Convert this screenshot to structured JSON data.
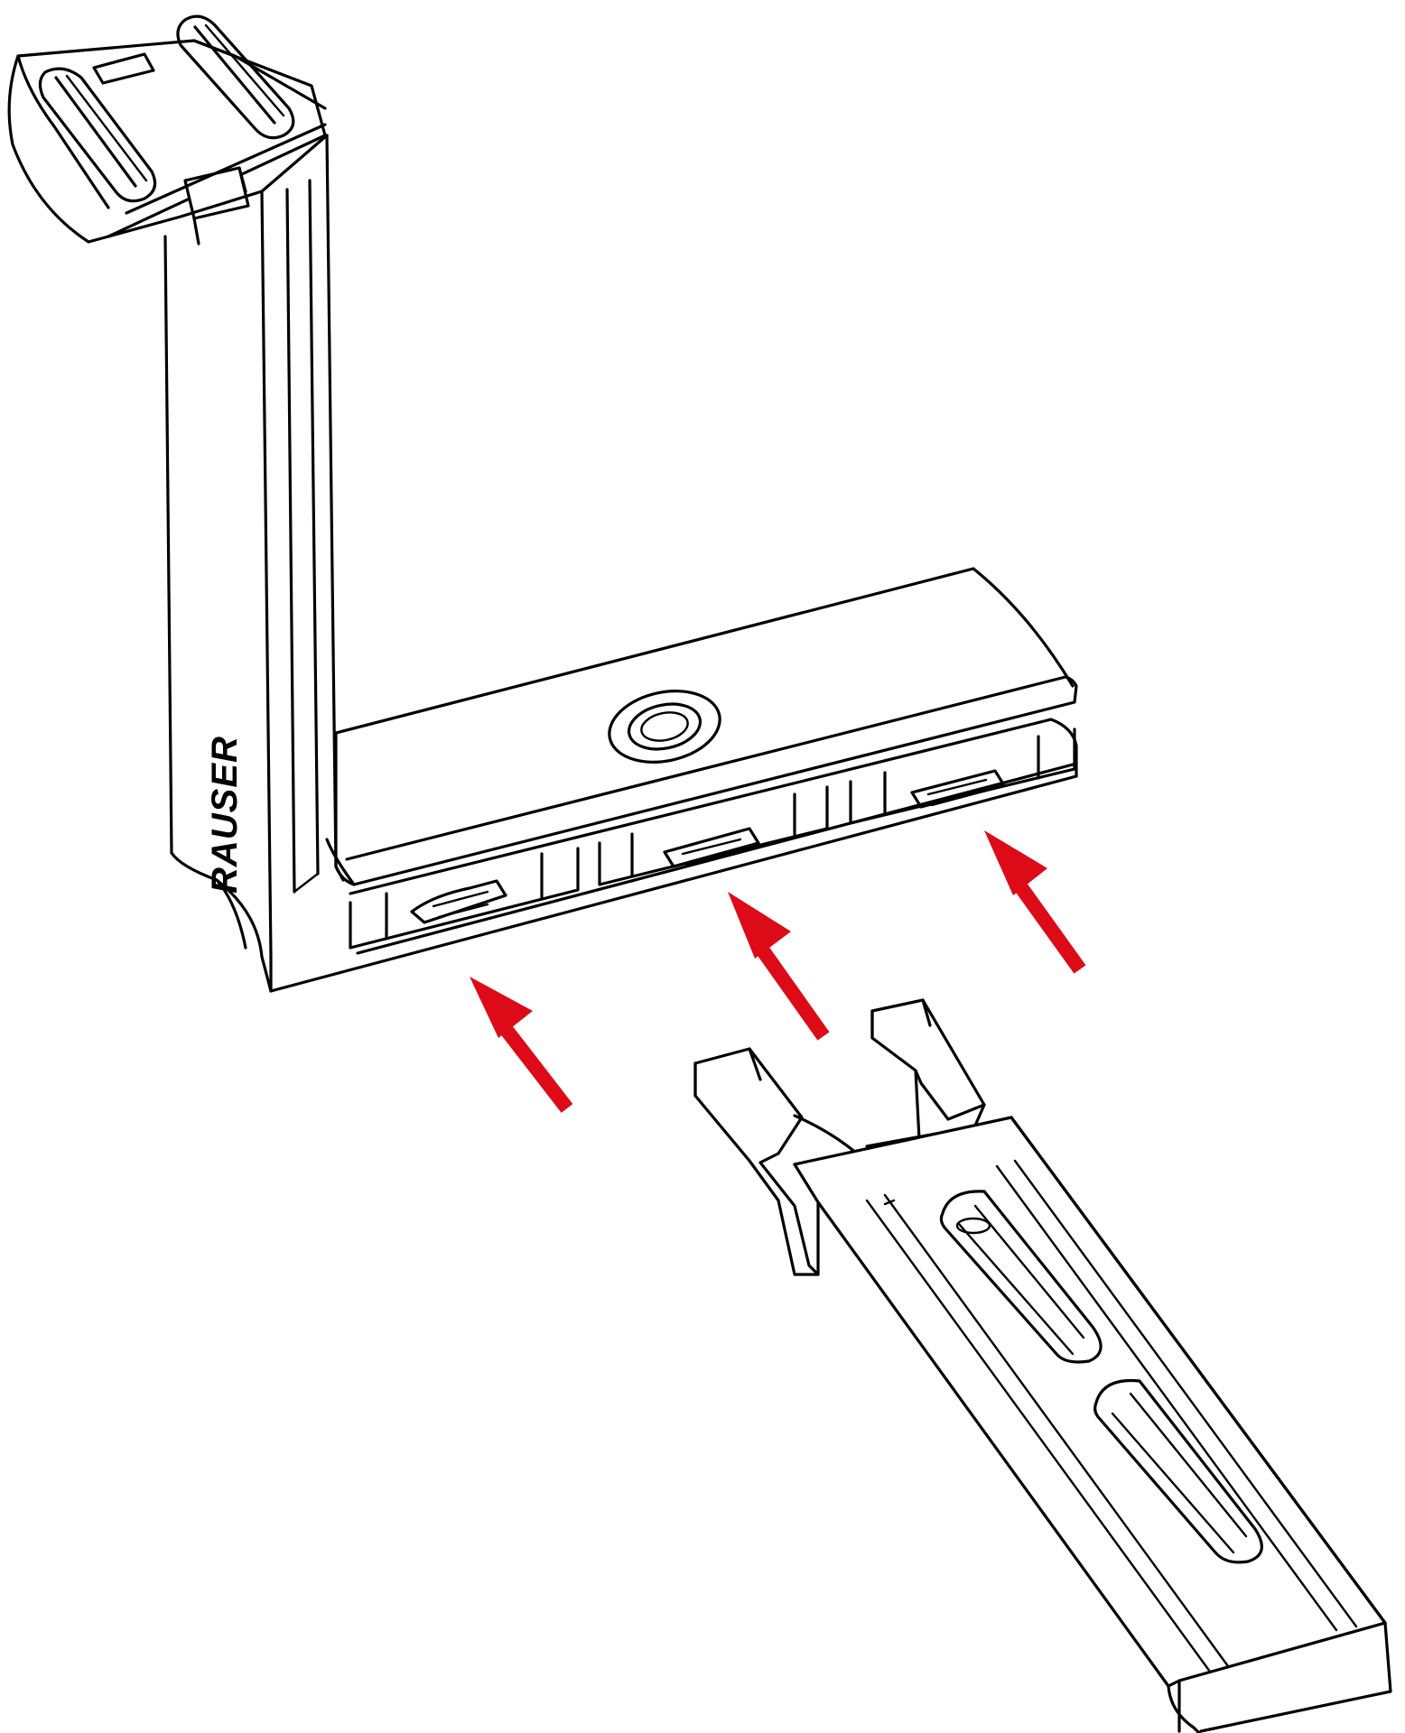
{
  "diagram": {
    "brand_marking": "RAUSER",
    "arrow_color": "#dd0a17",
    "line_color": "#000000",
    "background": "#ffffff",
    "parts": [
      "l-bracket",
      "arca-rail-plate"
    ],
    "arrows": [
      {
        "id": "arrow-left",
        "icon": "arrow-up-left-icon"
      },
      {
        "id": "arrow-middle",
        "icon": "arrow-up-left-icon"
      },
      {
        "id": "arrow-right",
        "icon": "arrow-up-left-icon"
      }
    ]
  }
}
